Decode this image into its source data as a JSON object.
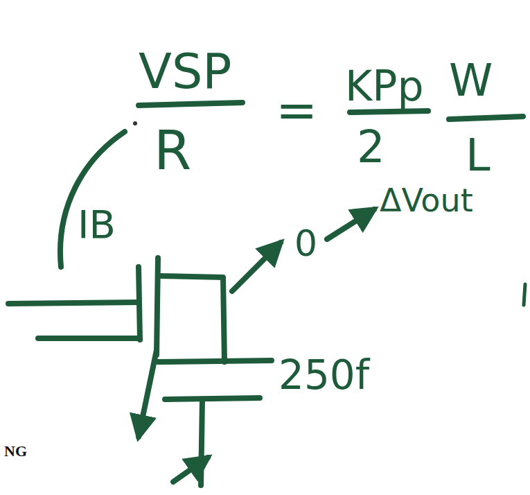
{
  "diagram": {
    "labels": [
      "VSP",
      "R",
      "=",
      "KPp",
      "2",
      "W",
      "L",
      "IB",
      "0",
      "ΔVout",
      "250f",
      "NG"
    ]
  }
}
